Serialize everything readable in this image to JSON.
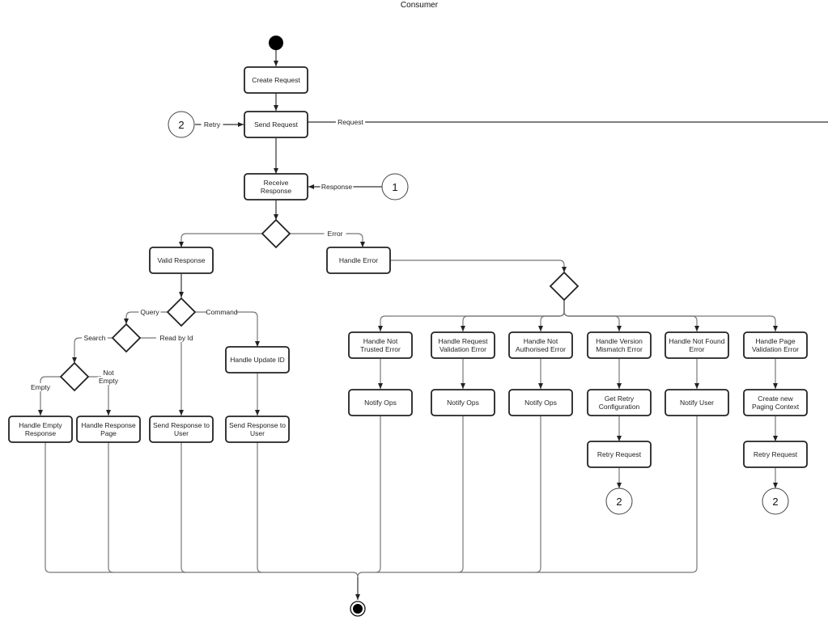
{
  "diagram": {
    "title": "Consumer",
    "nodes": {
      "create_request": [
        "Create Request"
      ],
      "send_request": [
        "Send Request"
      ],
      "receive_response": [
        "Receive",
        "Response"
      ],
      "valid_response": [
        "Valid Response"
      ],
      "handle_error": [
        "Handle Error"
      ],
      "handle_update_id": [
        "Handle Update ID"
      ],
      "handle_empty_response": [
        "Handle Empty",
        "Response"
      ],
      "handle_response_page": [
        "Handle  Response",
        "Page"
      ],
      "send_response_user_1": [
        "Send Response to",
        "User"
      ],
      "send_response_user_2": [
        "Send Response to",
        "User"
      ],
      "handle_not_trusted": [
        "Handle Not",
        "Trusted Error"
      ],
      "handle_request_validation": [
        "Handle Request",
        "Validation Error"
      ],
      "handle_not_authorised": [
        "Handle Not",
        "Authorised Error"
      ],
      "handle_version_mismatch": [
        "Handle Version",
        "Mismatch Error"
      ],
      "handle_not_found": [
        "Handle Not Found",
        "Error"
      ],
      "handle_page_validation": [
        "Handle Page",
        "Validation Error"
      ],
      "notify_ops_1": [
        "Notify Ops"
      ],
      "notify_ops_2": [
        "Notify Ops"
      ],
      "notify_ops_3": [
        "Notify Ops"
      ],
      "get_retry_config": [
        "Get Retry",
        "Configuration"
      ],
      "notify_user": [
        "Notify User"
      ],
      "create_paging_context": [
        "Create new",
        "Paging Context"
      ],
      "retry_request_1": [
        "Retry Request"
      ],
      "retry_request_2": [
        "Retry Request"
      ]
    },
    "connectors": {
      "retry_source": "2",
      "response_source": "1",
      "retry_target_1": "2",
      "retry_target_2": "2"
    },
    "edge_labels": {
      "retry": "Retry",
      "request": "Request",
      "response": "Response",
      "error": "Error",
      "query": "Query",
      "command": "Command",
      "search": "Search",
      "read_by_id": "Read by Id",
      "empty": "Empty",
      "not_empty": [
        "Not",
        "Empty"
      ]
    },
    "colors": {
      "node_stroke": "#222222",
      "edge": "#777777",
      "background": "#ffffff"
    }
  }
}
